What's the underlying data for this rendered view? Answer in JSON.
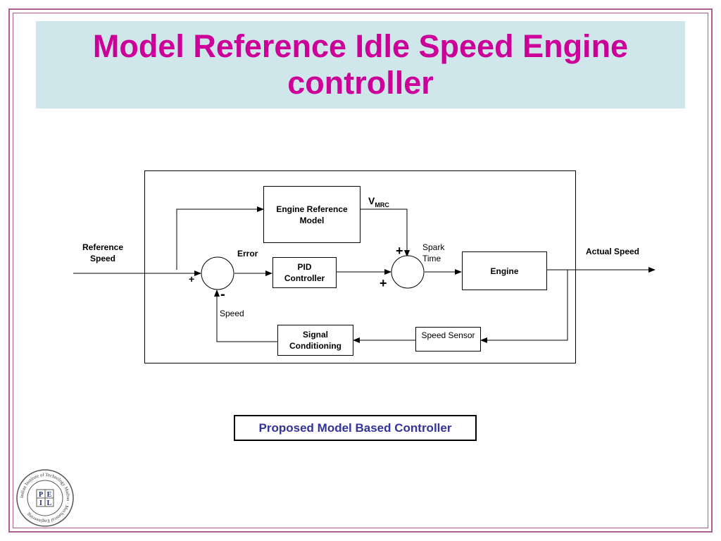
{
  "slide": {
    "title": "Model Reference Idle Speed Engine controller",
    "caption": "Proposed Model Based Controller"
  },
  "diagram": {
    "blocks": {
      "engine_reference_model": "Engine Reference Model",
      "pid_controller": "PID Controller",
      "engine": "Engine",
      "signal_conditioning": "Signal Conditioning",
      "speed_sensor": "Speed Sensor"
    },
    "labels": {
      "reference_speed": "Reference Speed",
      "actual_speed": "Actual Speed",
      "error": "Error",
      "speed": "Speed",
      "spark_time": "Spark Time",
      "v_mrc_main": "V",
      "v_mrc_sub": "MRC"
    },
    "signs": {
      "sum1_plus": "+",
      "sum1_minus": "-",
      "sum2_plus_top": "+",
      "sum2_plus_bottom": "+"
    }
  },
  "logo": {
    "letters": [
      "P",
      "E",
      "I",
      "L"
    ],
    "ring_text": "Indian Institute of Technology Madras · Mechanical Engineering"
  },
  "colors": {
    "title": "#cc0099",
    "title_band": "#cfe6ea",
    "frame": "#b0608e",
    "caption": "#333399"
  }
}
